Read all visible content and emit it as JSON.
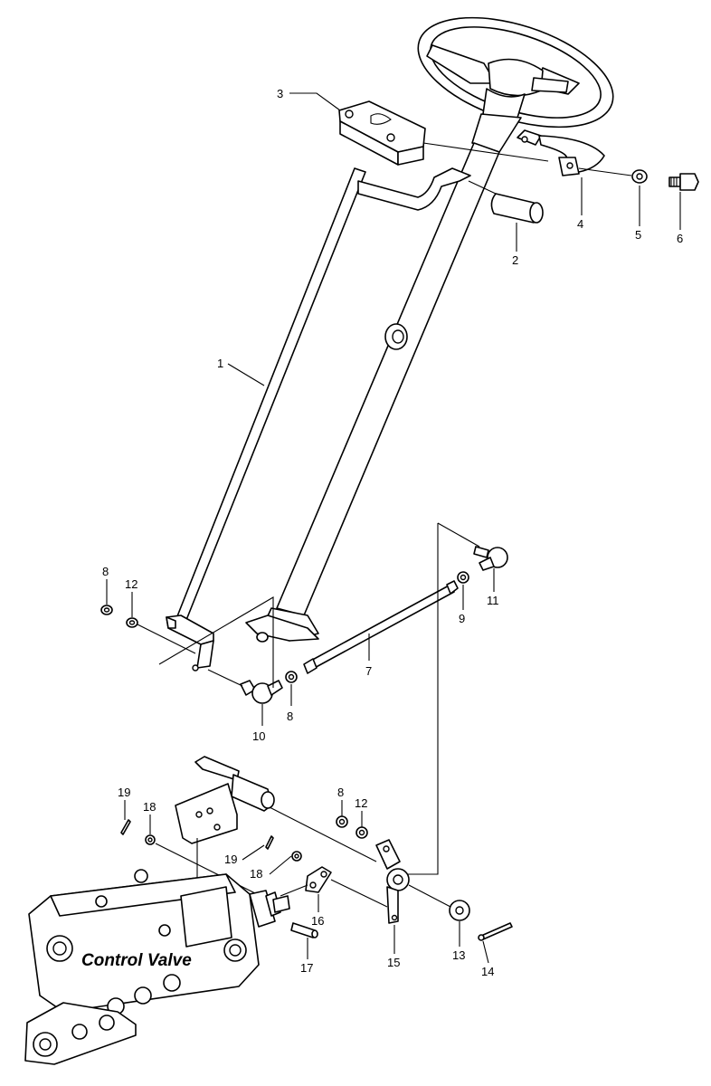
{
  "diagram": {
    "callouts": {
      "c1": "1",
      "c2": "2",
      "c3": "3",
      "c4": "4",
      "c5": "5",
      "c6": "6",
      "c7": "7",
      "c8a": "8",
      "c8b": "8",
      "c8c": "8",
      "c9": "9",
      "c10": "10",
      "c11": "11",
      "c12a": "12",
      "c12b": "12",
      "c13": "13",
      "c14": "14",
      "c15": "15",
      "c16": "16",
      "c17": "17",
      "c18a": "18",
      "c18b": "18",
      "c19a": "19",
      "c19b": "19"
    },
    "control_valve_label": "Control Valve"
  }
}
